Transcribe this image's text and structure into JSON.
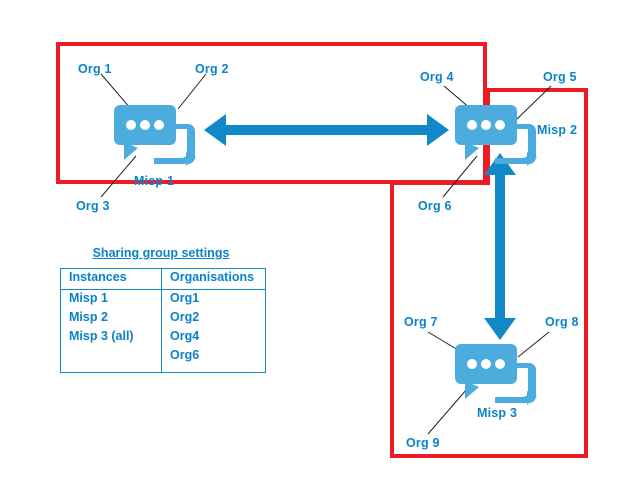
{
  "diagram": {
    "title_hidden": "",
    "colors": {
      "boundary_red": "#ED1C24",
      "bubble_blue": "#4BACDD",
      "arrow_blue": "#1189C9",
      "text_blue": "#0A83C8",
      "table_border": "#1488C4",
      "leader_line": "#231F20",
      "background": "#FFFFFF"
    },
    "instances": [
      {
        "id": "misp1",
        "name": "Misp 1",
        "icon": "speech-bubbles-icon",
        "orgs": [
          "Org 1",
          "Org 2",
          "Org 3"
        ]
      },
      {
        "id": "misp2",
        "name": "Misp 2",
        "icon": "speech-bubbles-icon",
        "orgs": [
          "Org 4",
          "Org 5",
          "Org 6"
        ]
      },
      {
        "id": "misp3",
        "name": "Misp 3",
        "icon": "speech-bubbles-icon",
        "orgs": [
          "Org 7",
          "Org 8",
          "Org 9"
        ]
      }
    ],
    "connections": [
      {
        "id": "misp1-misp2",
        "from": "Misp 1",
        "to": "Misp 2",
        "direction": "bidirectional",
        "orientation": "horizontal"
      },
      {
        "id": "misp2-misp3",
        "from": "Misp 2",
        "to": "Misp 3",
        "direction": "bidirectional",
        "orientation": "vertical"
      }
    ],
    "boundaries": [
      {
        "id": "sharing-group-a",
        "label": "",
        "shape": "rectangle"
      },
      {
        "id": "sharing-group-b",
        "label": "",
        "shape": "l-shape"
      }
    ]
  },
  "sharing_group_settings": {
    "title": "Sharing group settings",
    "columns": [
      "Instances",
      "Organisations"
    ],
    "rows": [
      {
        "instance": "Misp 1",
        "organisation": "Org1"
      },
      {
        "instance": "Misp 2",
        "organisation": "Org2"
      },
      {
        "instance": "Misp 3 (all)",
        "organisation": "Org4"
      },
      {
        "instance": "",
        "organisation": "Org6"
      }
    ]
  },
  "labels": {
    "org1": "Org 1",
    "org2": "Org 2",
    "org3": "Org 3",
    "org4": "Org 4",
    "org5": "Org 5",
    "org6": "Org 6",
    "org7": "Org 7",
    "org8": "Org 8",
    "org9": "Org 9",
    "misp1": "Misp 1",
    "misp2": "Misp 2",
    "misp3": "Misp 3"
  }
}
